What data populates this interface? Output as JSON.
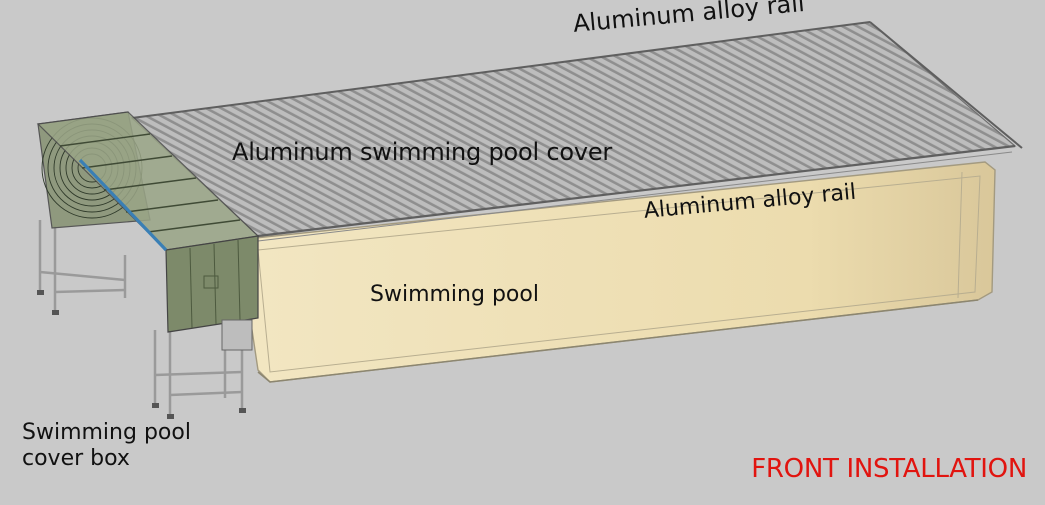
{
  "labels": {
    "rail_top": "Aluminum alloy rail",
    "cover": "Aluminum swimming pool cover",
    "rail_mid": "Aluminum alloy rail",
    "pool": "Swimming pool",
    "box_line1": "Swimming pool",
    "box_line2": "cover box",
    "installation": "FRONT INSTALLATION"
  },
  "colors": {
    "background": "#c9c9c9",
    "cover_slats": "#8f8f8f",
    "pool_fill": "#efe2b8",
    "box_panel": "#7d8a6a",
    "box_accent": "#3a7fb5",
    "installation_text": "#e1140f"
  }
}
